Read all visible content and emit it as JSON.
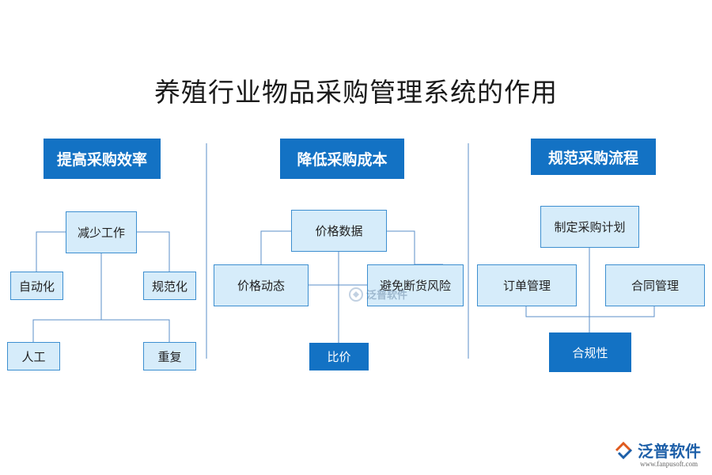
{
  "title": "养殖行业物品采购管理系统的作用",
  "sections": [
    {
      "header": "提高采购效率",
      "nodes": {
        "main": "减少工作",
        "left": "自动化",
        "right": "规范化",
        "bottom_left": "人工",
        "bottom_right": "重复"
      }
    },
    {
      "header": "降低采购成本",
      "nodes": {
        "main": "价格数据",
        "left": "价格动态",
        "right": "避免断货风险",
        "bottom": "比价"
      }
    },
    {
      "header": "规范采购流程",
      "nodes": {
        "top": "制定采购计划",
        "left": "订单管理",
        "right": "合同管理",
        "bottom": "合规性"
      }
    }
  ],
  "watermark": {
    "text": "泛普软件"
  },
  "brand": {
    "name": "泛普软件",
    "url": "www.fanpusoft.com"
  },
  "colors": {
    "accent": "#1372c4",
    "node_fill": "#d6ecfa",
    "node_border": "#3d8fd0"
  }
}
